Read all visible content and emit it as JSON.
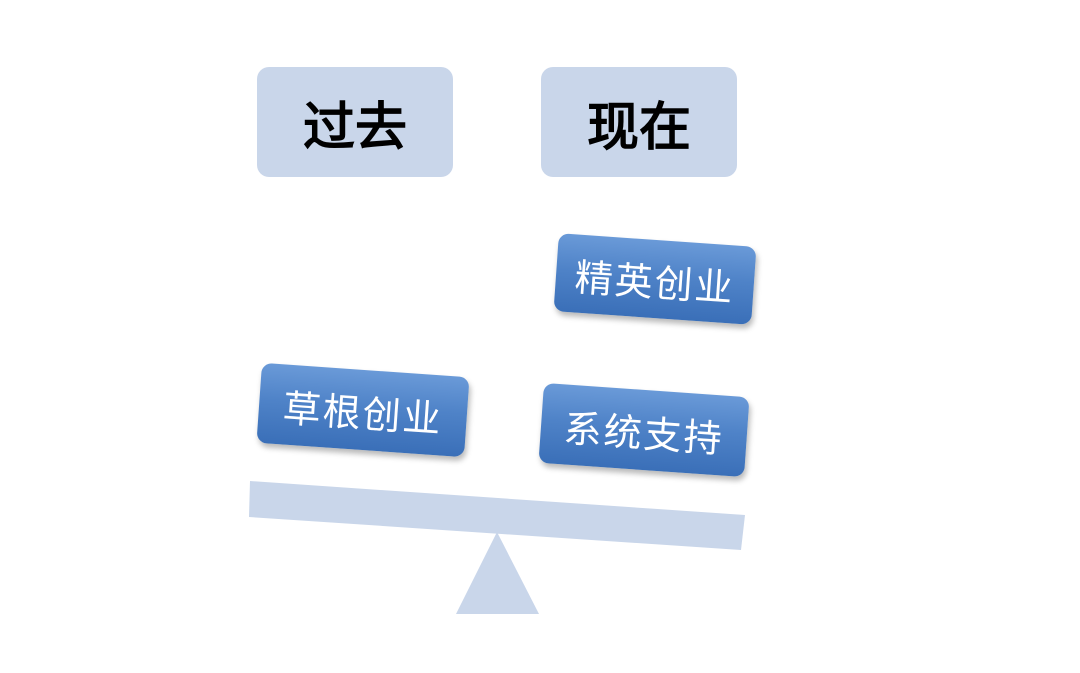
{
  "headers": {
    "past": "过去",
    "now": "现在"
  },
  "boxes": {
    "elite_startup": "精英创业",
    "grassroots_startup": "草根创业",
    "system_support": "系统支持"
  },
  "colors": {
    "header_fill": "#c9d6ea",
    "box_fill": "#4f83c8",
    "seesaw_fill": "#c9d6ea"
  }
}
